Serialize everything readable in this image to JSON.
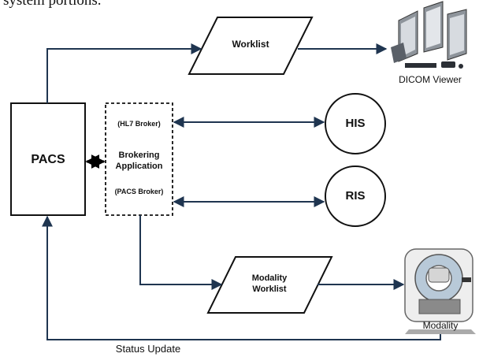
{
  "caption_fragment": "system portions.",
  "nodes": {
    "pacs": "PACS",
    "worklist": "Worklist",
    "dicom_viewer": "DICOM Viewer",
    "hl7_broker": "(HL7 Broker)",
    "brokering_line1": "Brokering",
    "brokering_line2": "Application",
    "pacs_broker": "(PACS Broker)",
    "his": "HIS",
    "ris": "RIS",
    "modality_worklist_line1": "Modality",
    "modality_worklist_line2": "Worklist",
    "modality": "Modality"
  },
  "edges": {
    "status_update": "Status Update"
  },
  "colors": {
    "arrow": "#1f3550",
    "outline": "#111111"
  }
}
